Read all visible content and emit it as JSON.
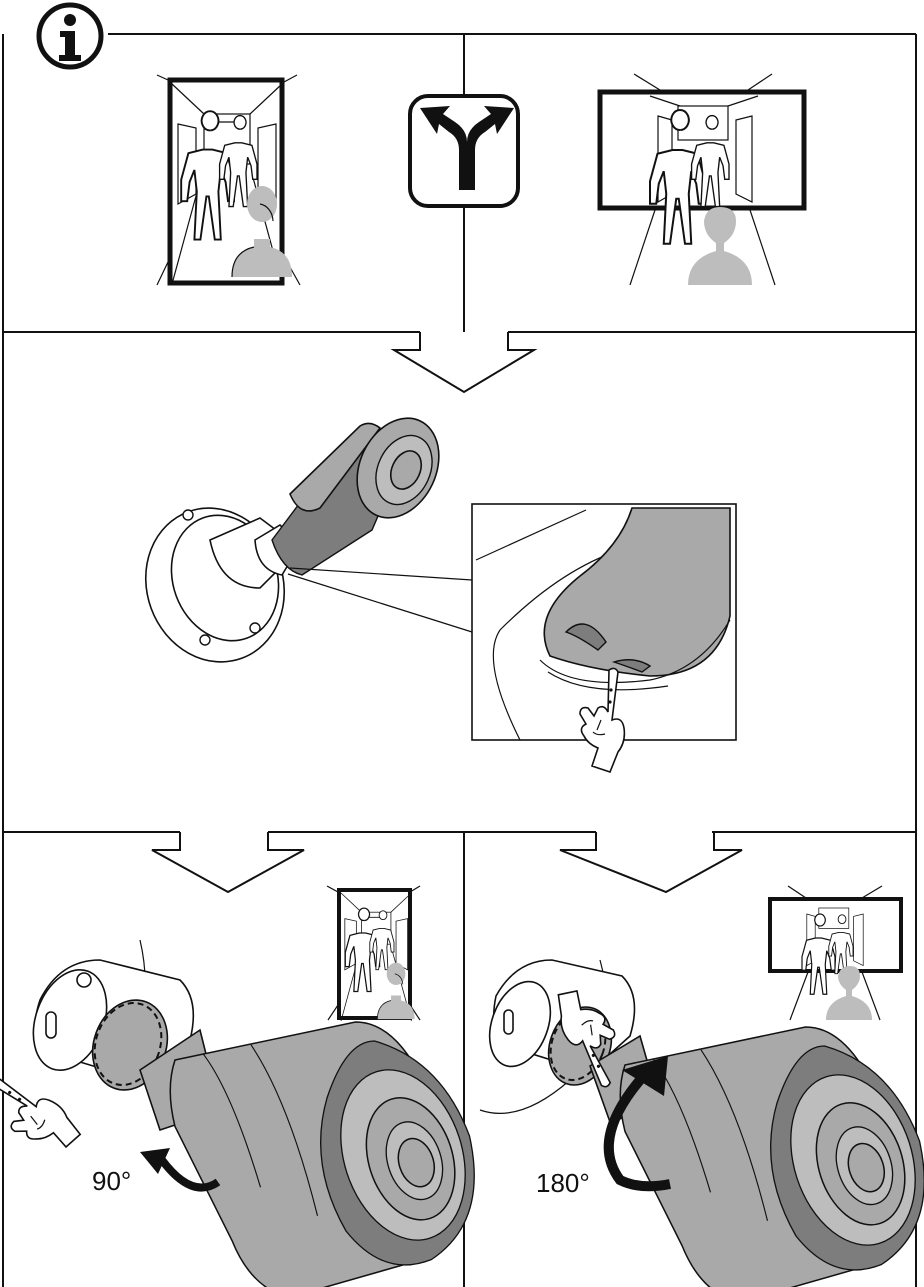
{
  "header": {
    "info_icon": "info-icon"
  },
  "step1": {
    "left_view": "portrait-corridor-view",
    "choice_icon": "fork-arrow-icon",
    "right_view": "landscape-corridor-view"
  },
  "step2": {
    "camera": "bullet-camera",
    "detail": "rotation-ring-detail",
    "pointer": "pointing-hand-icon"
  },
  "step3": {
    "left": {
      "angle_label": "90°",
      "view": "portrait-corridor-view"
    },
    "right": {
      "angle_label": "180°",
      "view": "landscape-corridor-view"
    }
  },
  "colors": {
    "line": "#111111",
    "fill_gray": "#a9a9a9",
    "background": "#ffffff"
  }
}
